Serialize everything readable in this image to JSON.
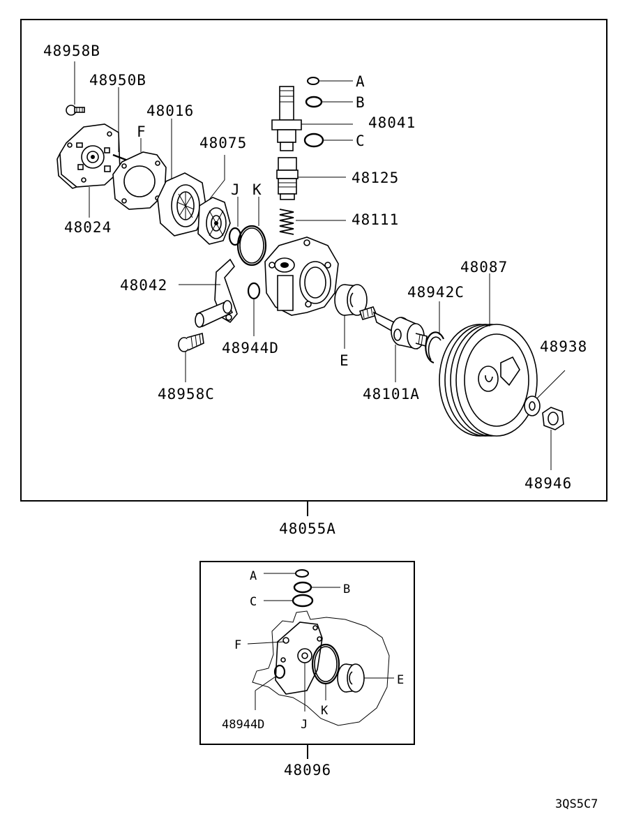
{
  "main_assembly": {
    "number": "48055A",
    "parts": {
      "p48958B": "48958B",
      "p48950B": "48950B",
      "p48016": "48016",
      "pF": "F",
      "p48075": "48075",
      "p48024": "48024",
      "pA": "A",
      "pB": "B",
      "p48041": "48041",
      "pC": "C",
      "p48125": "48125",
      "pJ": "J",
      "pK": "K",
      "p48111": "48111",
      "p48087": "48087",
      "p48042": "48042",
      "p48942C": "48942C",
      "p48938": "48938",
      "p48944D": "48944D",
      "pE": "E",
      "p48958C": "48958C",
      "p48101A": "48101A",
      "p48946": "48946"
    }
  },
  "kit": {
    "number": "48096",
    "parts": {
      "pA": "A",
      "pB": "B",
      "pC": "C",
      "pF": "F",
      "pE": "E",
      "p48944D": "48944D",
      "pJ": "J",
      "pK": "K"
    }
  },
  "diagram_code": "3QS5C7"
}
